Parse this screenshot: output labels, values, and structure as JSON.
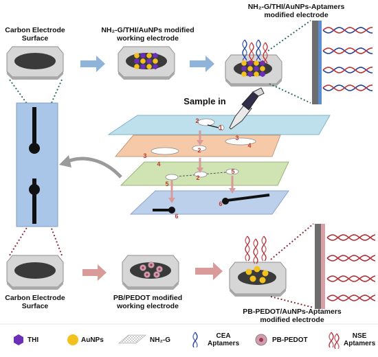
{
  "labels": {
    "top_left": [
      "Carbon Electrode",
      "Surface"
    ],
    "top_mid": [
      "NH₂-G/THI/AuNPs modified",
      "working electrode"
    ],
    "top_right": [
      "NH₂-G/THI/AuNPs-Aptamers",
      "modified electrode"
    ],
    "sample_in": "Sample in",
    "bottom_left": [
      "Carbon Electrode",
      "Surface"
    ],
    "bottom_mid": [
      "PB/PEDOT modified",
      "working electrode"
    ],
    "bottom_right": [
      "PB-PEDOT/AuNPs-Aptamers",
      "modified electrode"
    ]
  },
  "layer_numbers": {
    "layer1": [
      "2",
      "1"
    ],
    "layer2": [
      "3",
      "2",
      "3",
      "4",
      "4"
    ],
    "layer3": [
      "5",
      "2",
      "5"
    ],
    "layer4": [
      "6",
      "6"
    ]
  },
  "legend": [
    {
      "icon": "thi-hexagon-icon",
      "label": "THI"
    },
    {
      "icon": "aunp-circle-icon",
      "label": "AuNPs"
    },
    {
      "icon": "graphene-mesh-icon",
      "label": "NH₂-G"
    },
    {
      "icon": "cea-aptamer-icon",
      "label": [
        "CEA",
        "Aptamers"
      ]
    },
    {
      "icon": "pb-pedot-icon",
      "label": "PB-PEDOT"
    },
    {
      "icon": "nse-aptamer-icon",
      "label": [
        "NSE",
        "Aptamers"
      ]
    }
  ],
  "colors": {
    "blue_arrow": "#8fb3d9",
    "pink_arrow": "#d99a9a",
    "layer_blue": "#bde0ec",
    "layer_orange": "#f6c9a8",
    "layer_green": "#cfe3b3",
    "layer_lightblue": "#bcd0ec",
    "strip_blue": "#a9c6e8",
    "thi_purple": "#6b2fb8",
    "aunp_gold": "#f3c11f",
    "cea_dna": "#1f3fa0",
    "cea_strand": "#c23030",
    "nse_dna": "#b0303a",
    "pedot": "#c9a2b0"
  }
}
